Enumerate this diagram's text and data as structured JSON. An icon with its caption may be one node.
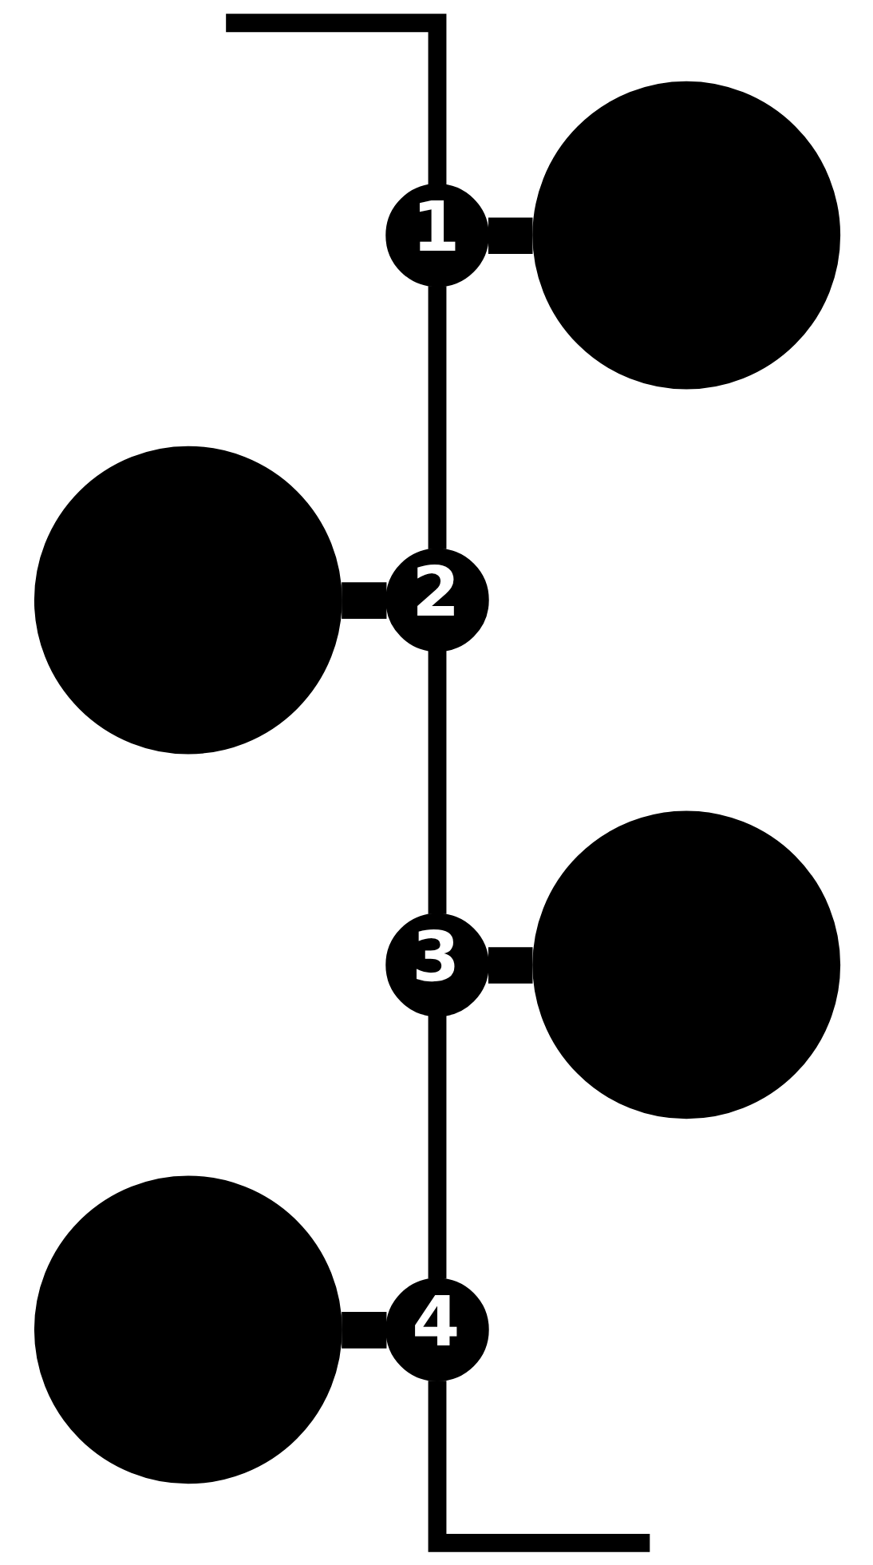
{
  "diagram": {
    "nodes": [
      {
        "text": [
          "1"
        ]
      },
      {
        "text": [],
        "shape": "circle"
      },
      {
        "text": [
          "2"
        ]
      },
      {
        "text": [],
        "shape": "circle"
      },
      {
        "text": [
          "3"
        ]
      },
      {
        "text": [],
        "shape": "circle"
      },
      {
        "text": [
          "4"
        ]
      },
      {
        "text": [],
        "shape": "circle"
      }
    ],
    "edges": [
      {
        "from": null,
        "to": 0,
        "arrow": "none"
      },
      {
        "from": 0,
        "to": 1,
        "arrow": "none",
        "style": "thick"
      },
      {
        "from": 0,
        "to": 2,
        "arrow": "none"
      },
      {
        "from": 3,
        "to": 2,
        "arrow": "none",
        "style": "thick"
      },
      {
        "from": 2,
        "to": 4,
        "arrow": "none"
      },
      {
        "from": 4,
        "to": 5,
        "arrow": "none",
        "style": "thick"
      },
      {
        "from": 4,
        "to": 6,
        "arrow": "none"
      },
      {
        "from": 7,
        "to": 6,
        "arrow": "none",
        "style": "thick"
      },
      {
        "from": 6,
        "to": null,
        "arrow": "none"
      }
    ]
  }
}
